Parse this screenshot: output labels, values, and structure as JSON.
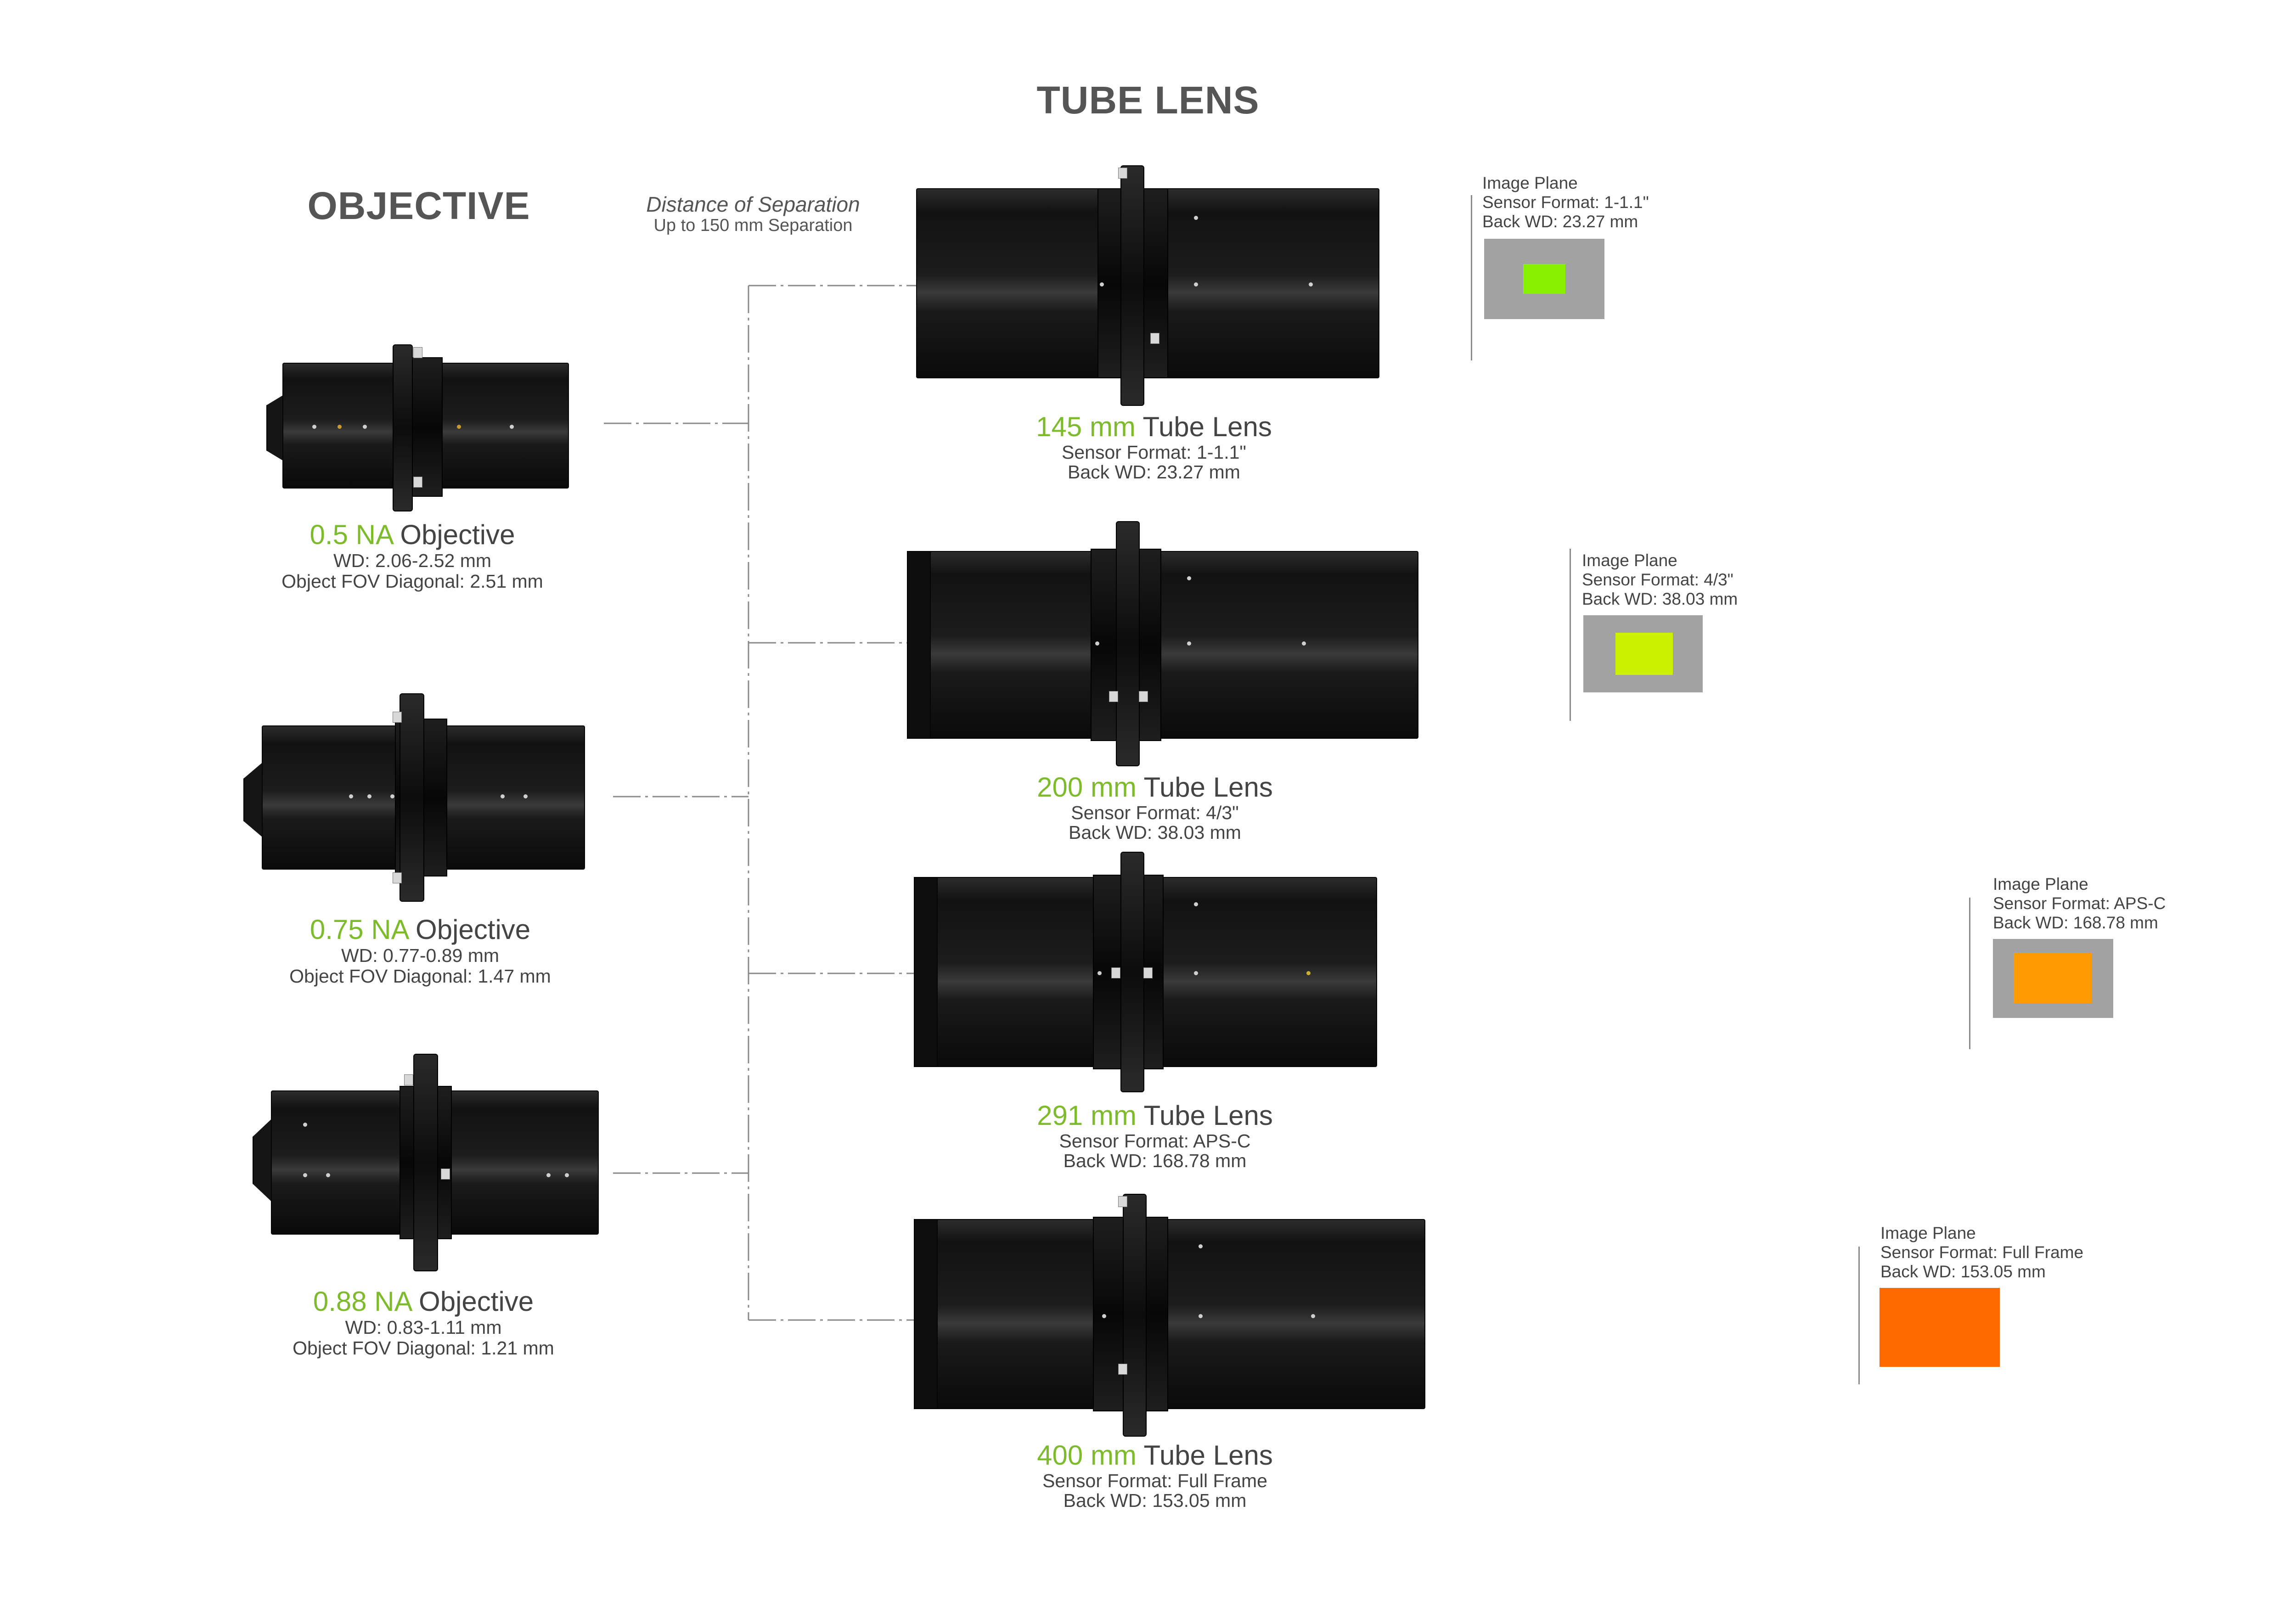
{
  "headings": {
    "tube_lens": "TUBE LENS",
    "objective": "OBJECTIVE"
  },
  "separation": {
    "title": "Distance of Separation",
    "subtitle": "Up to 150 mm Separation"
  },
  "objectives": [
    {
      "accent": "0.5 NA",
      "name": "Objective",
      "wd": "WD: 2.06-2.52 mm",
      "fov": "Object FOV Diagonal: 2.51 mm"
    },
    {
      "accent": "0.75 NA",
      "name": "Objective",
      "wd": "WD: 0.77-0.89 mm",
      "fov": "Object FOV Diagonal: 1.47 mm"
    },
    {
      "accent": "0.88 NA",
      "name": "Objective",
      "wd": "WD: 0.83-1.11 mm",
      "fov": "Object FOV Diagonal: 1.21 mm"
    }
  ],
  "tube_lenses": [
    {
      "accent": "145 mm",
      "name": "Tube Lens",
      "sensor": "Sensor Format: 1-1.1\"",
      "back_wd": "Back WD: 23.27 mm"
    },
    {
      "accent": "200 mm",
      "name": "Tube Lens",
      "sensor": "Sensor Format: 4/3\"",
      "back_wd": "Back WD: 38.03 mm"
    },
    {
      "accent": "291 mm",
      "name": "Tube Lens",
      "sensor": "Sensor Format: APS-C",
      "back_wd": "Back WD: 168.78 mm"
    },
    {
      "accent": "400 mm",
      "name": "Tube Lens",
      "sensor": "Sensor Format: Full Frame",
      "back_wd": "Back WD: 153.05 mm"
    }
  ],
  "image_planes": [
    {
      "label": "Image Plane",
      "sensor": "Sensor Format: 1-1.1\"",
      "back_wd": "Back WD: 23.27 mm",
      "sensor_color": "#88f000"
    },
    {
      "label": "Image Plane",
      "sensor": "Sensor Format: 4/3\"",
      "back_wd": "Back WD: 38.03 mm",
      "sensor_color": "#ccf000"
    },
    {
      "label": "Image Plane",
      "sensor": "Sensor Format: APS-C",
      "back_wd": "Back WD: 168.78 mm",
      "sensor_color": "#ff9a00"
    },
    {
      "label": "Image Plane",
      "sensor": "Sensor Format: Full Frame",
      "back_wd": "Back WD: 153.05 mm",
      "sensor_color": "#ff6a00"
    }
  ],
  "colors": {
    "accent": "#7dbb2c",
    "text": "#444444",
    "heading": "#555555",
    "image_plane_frame": "#a2a2a2",
    "lens_body": "#151515"
  }
}
